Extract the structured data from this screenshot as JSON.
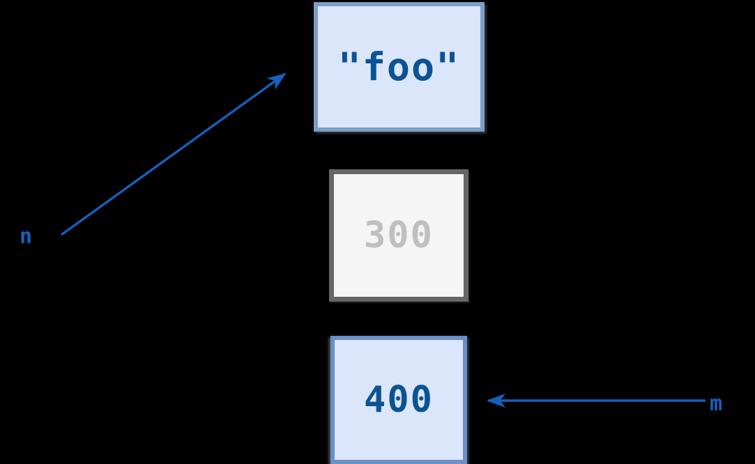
{
  "diagram": {
    "title": "variable reference diagram",
    "background_color": "#000000",
    "accent_color": "#1560bd",
    "nodes": [
      {
        "id": "foo-box",
        "value": "\"foo\"",
        "state": "active",
        "fill_color": "#dce6fa",
        "border_color": "#7e9cc8",
        "text_color": "#0b5394"
      },
      {
        "id": "300-box",
        "value": "300",
        "state": "inactive",
        "fill_color": "#f5f5f5",
        "border_color": "#666666",
        "text_color": "#bfbfbf"
      },
      {
        "id": "400-box",
        "value": "400",
        "state": "active",
        "fill_color": "#dce6fa",
        "border_color": "#6b8fc6",
        "text_color": "#0b5394"
      }
    ],
    "labels": [
      {
        "id": "left-variable",
        "name": "n",
        "color": "#1560bd"
      },
      {
        "id": "right-variable",
        "name": "m",
        "color": "#1560bd"
      }
    ],
    "arrows": [
      {
        "id": "arrow-left-to-foo",
        "from": "left-variable",
        "to": "foo-box",
        "direction": "up-right",
        "color": "#1560bd"
      },
      {
        "id": "arrow-right-to-400",
        "from": "right-variable",
        "to": "400-box",
        "direction": "left",
        "color": "#1560bd"
      }
    ]
  }
}
